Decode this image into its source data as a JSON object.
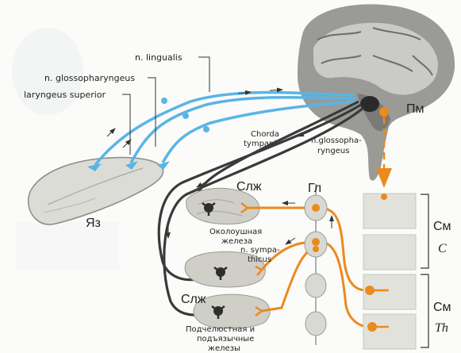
{
  "labels": {
    "n_lingualis": "n. lingualis",
    "n_glossopharyngeus": "n. glossopharyngeus",
    "laryngeus_superior": "laryngeus superior",
    "chorda_1": "Chorda",
    "chorda_2": "tympani",
    "n_glosso_1": "n.glossopha-",
    "n_glosso_2": "ryngeus",
    "pm": "Пм",
    "yaz": "Яз",
    "slzh_top": "Слж",
    "slzh_bottom": "Слж",
    "gl": "Гл",
    "parotid_1": "Околоушная",
    "parotid_2": "железа",
    "symp_1": "n. sympa-",
    "symp_2": "thicus",
    "sub_1": "Подчелюстная и",
    "sub_2": "подъязычные",
    "sub_3": "железы",
    "sm_top": "См",
    "sm_top_sub": "C",
    "sm_bottom": "См",
    "sm_bottom_sub": "Th"
  },
  "colors": {
    "afferent": "#5ab4e6",
    "parasympathetic": "#3a3a3a",
    "sympathetic": "#eb8a1e",
    "tissue": "#d2d2cc",
    "brain": "#8a8a8a"
  }
}
